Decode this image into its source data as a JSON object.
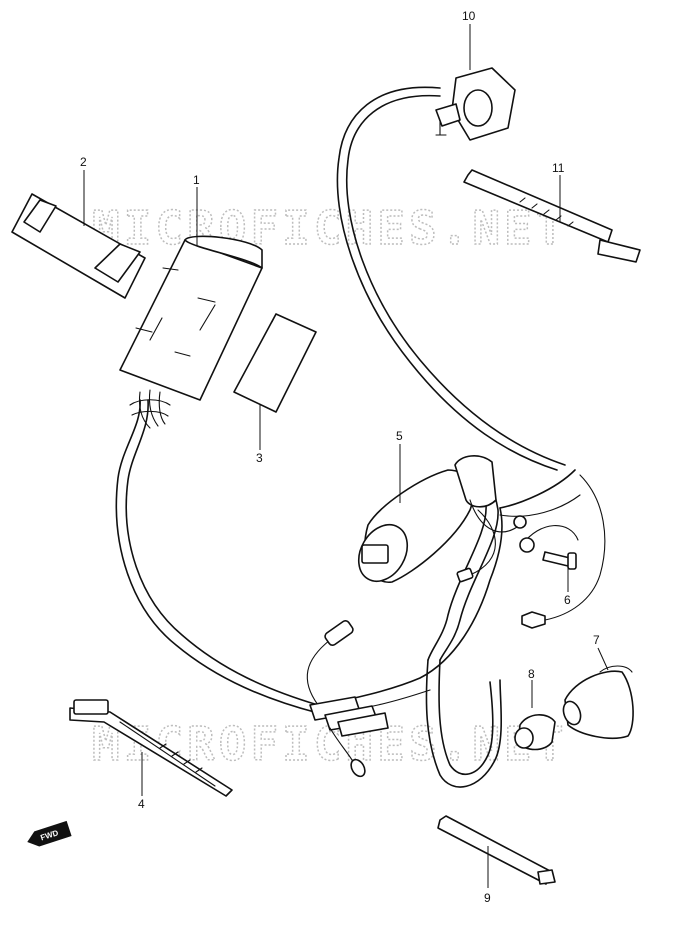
{
  "watermark": {
    "top": "MICROFICHES.NET",
    "bottom": "MICROFICHES.NET"
  },
  "direction_badge": {
    "label": "FWD"
  },
  "callouts": {
    "p1": "1",
    "p2": "2",
    "p3": "3",
    "p4": "4",
    "p5": "5",
    "p6": "6",
    "p7": "7",
    "p8": "8",
    "p9": "9",
    "p10": "10",
    "p11": "11"
  }
}
